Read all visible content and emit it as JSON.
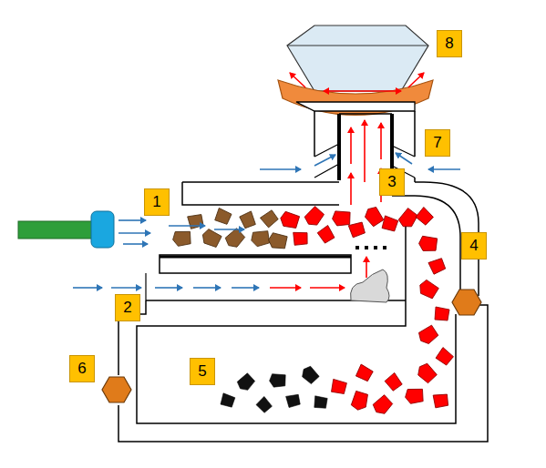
{
  "diagram": {
    "nodes": [
      {
        "text": [
          "8"
        ]
      },
      {
        "text": [
          "7"
        ]
      },
      {
        "text": [
          "3"
        ]
      },
      {
        "text": [
          "1"
        ]
      },
      {
        "text": [
          "4"
        ]
      },
      {
        "text": [
          "2"
        ]
      },
      {
        "text": [
          "6"
        ]
      },
      {
        "text": [
          "5"
        ]
      }
    ]
  }
}
